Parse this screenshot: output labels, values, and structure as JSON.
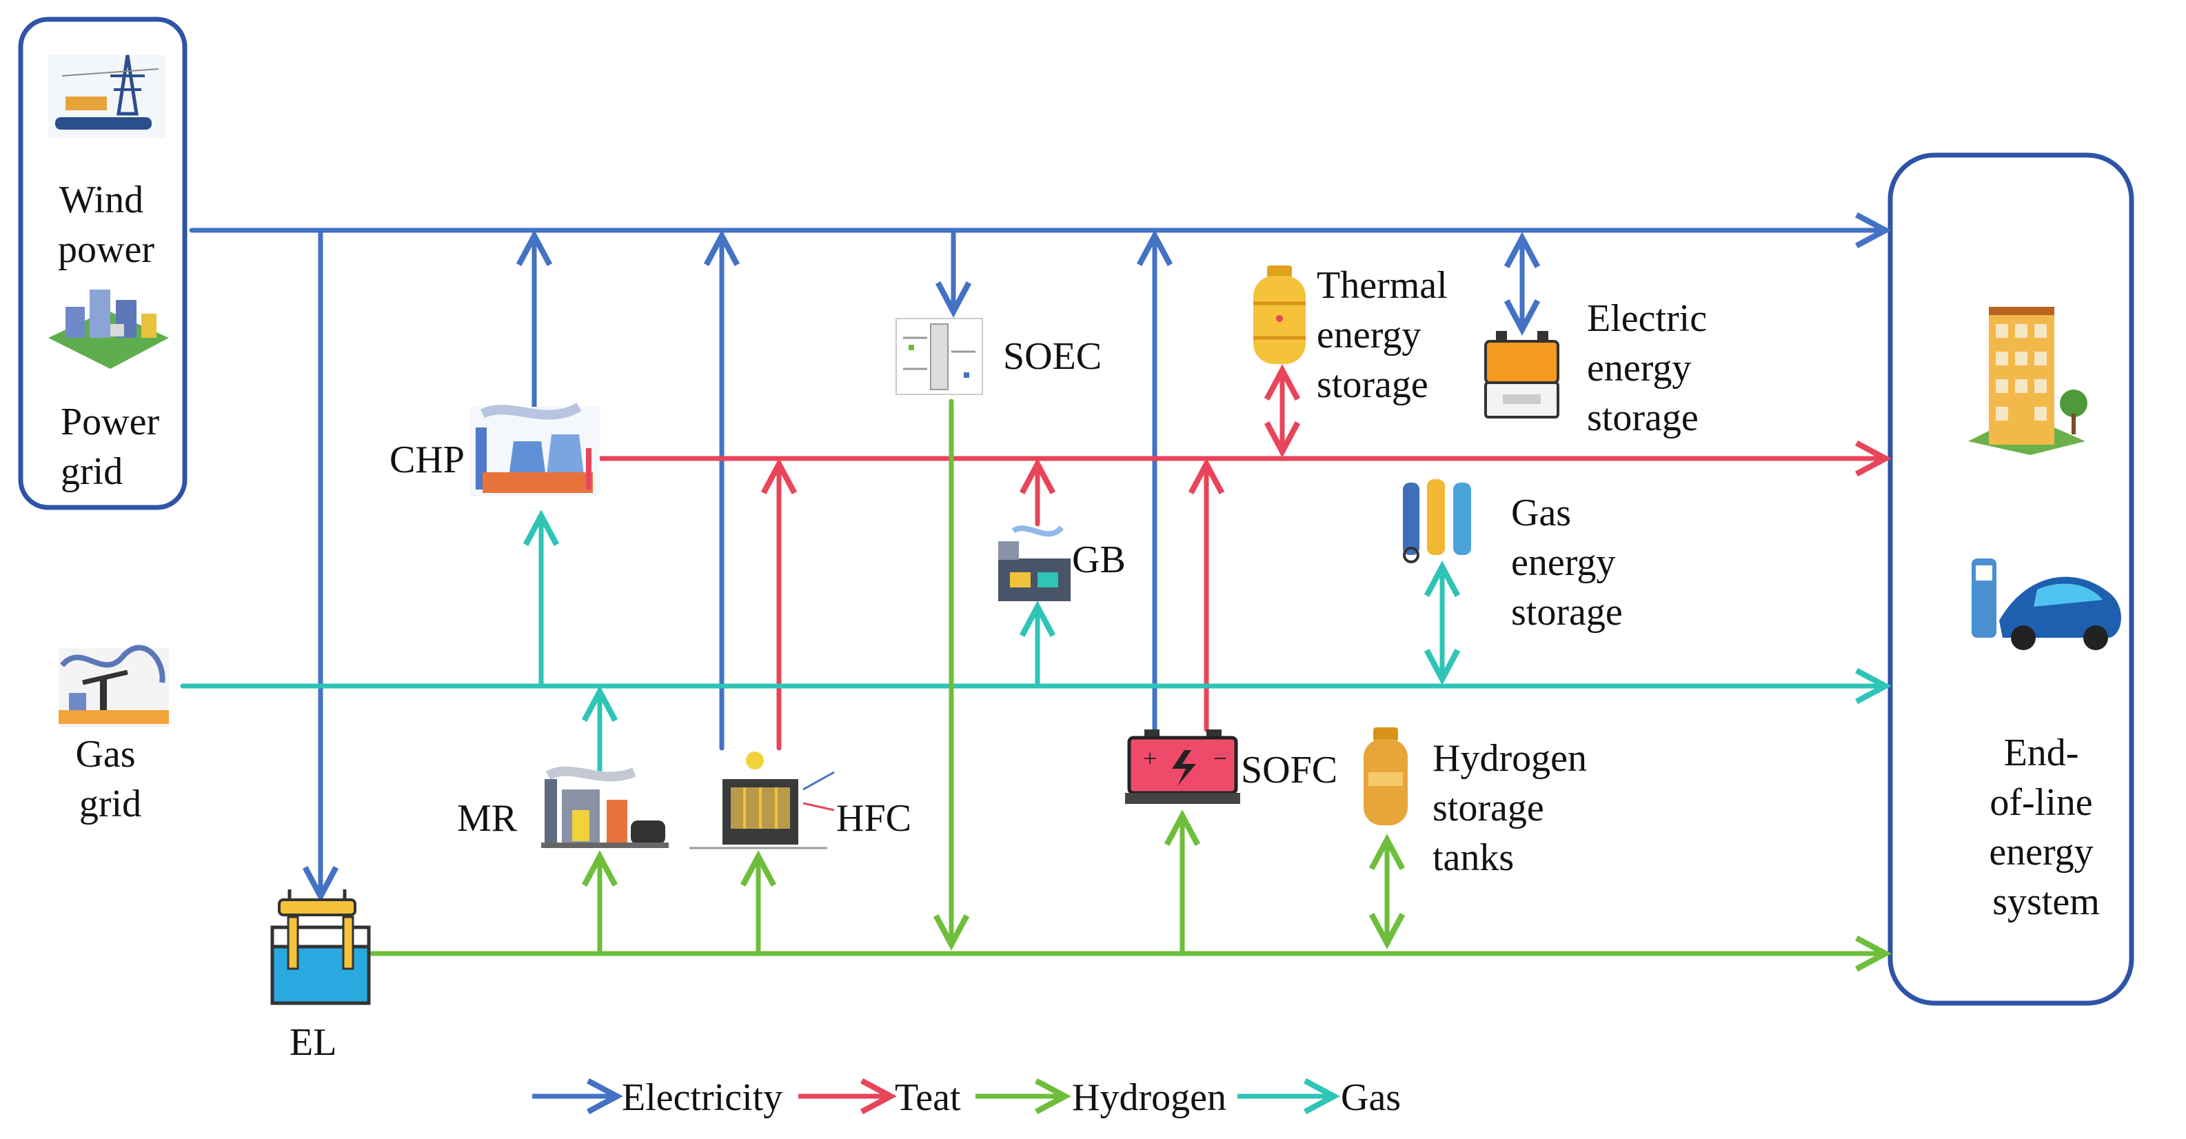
{
  "colors": {
    "electricity": "#4472C4",
    "heat": "#E8455A",
    "hydrogen": "#6EBE3C",
    "gas": "#2EC4B6",
    "frame": "#2E54A8"
  },
  "labels": {
    "wind_power": [
      "Wind",
      "power"
    ],
    "power_grid": [
      "Power",
      "grid"
    ],
    "gas_grid": [
      "Gas",
      "grid"
    ],
    "chp": "CHP",
    "soec": "SOEC",
    "thermal_storage": [
      "Thermal",
      "energy",
      "storage"
    ],
    "electric_storage": [
      "Electric",
      "energy",
      "storage"
    ],
    "gb": "GB",
    "gas_storage": [
      "Gas",
      "energy",
      "storage"
    ],
    "sofc": "SOFC",
    "hydrogen_storage": [
      "Hydrogen",
      "storage",
      "tanks"
    ],
    "mr": "MR",
    "hfc": "HFC",
    "el": "EL",
    "end_of_line": [
      "End-",
      "of-line",
      "energy",
      "system"
    ]
  },
  "legend": [
    {
      "key": "electricity",
      "label": "Electricity"
    },
    {
      "key": "heat",
      "label": "Teat"
    },
    {
      "key": "hydrogen",
      "label": "Hydrogen"
    },
    {
      "key": "gas",
      "label": "Gas"
    }
  ],
  "icons": [
    "wind-power-icon",
    "power-grid-icon",
    "gas-grid-icon",
    "chp-plant-icon",
    "soec-icon",
    "thermal-storage-tank-icon",
    "electric-storage-icon",
    "gas-boiler-icon",
    "gas-cylinders-icon",
    "sofc-battery-icon",
    "hydrogen-tank-icon",
    "methane-reactor-icon",
    "hydrogen-fuel-cell-icon",
    "electrolyzer-icon",
    "apartment-building-icon",
    "ev-charging-icon"
  ]
}
